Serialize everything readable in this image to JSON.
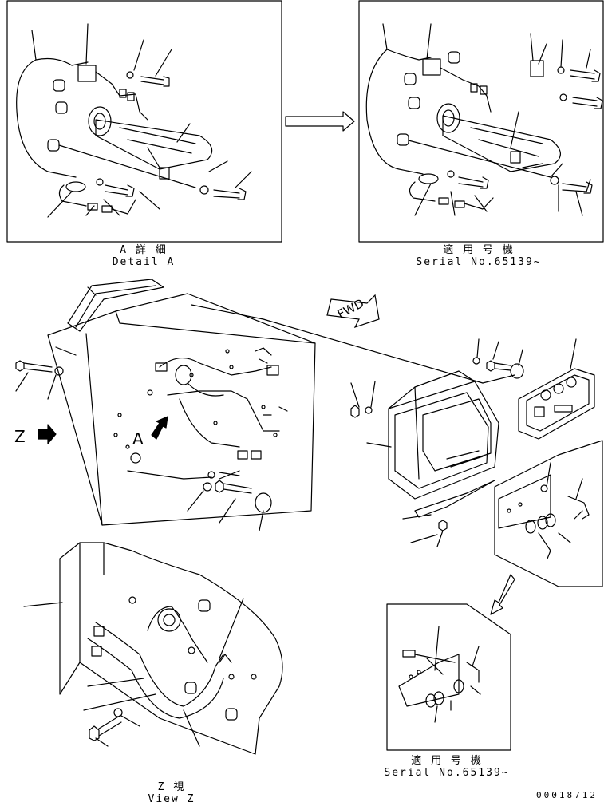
{
  "captions": {
    "detail_a_jp": "A 詳 細",
    "detail_a_en": "Detail A",
    "serial_top_jp": "適 用 号 機",
    "serial_top_en": "Serial No.65139~",
    "view_z_jp": "Z 視",
    "view_z_en": "View Z",
    "serial_bottom_jp": "適 用 号 機",
    "serial_bottom_en": "Serial No.65139~"
  },
  "labels": {
    "fwd": "FWD",
    "z_marker": "Z",
    "a_marker": "A"
  },
  "document_number": "00018712"
}
